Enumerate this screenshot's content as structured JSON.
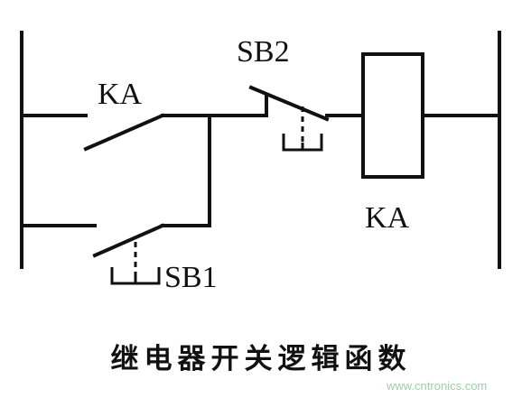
{
  "diagram": {
    "labels": {
      "ka_contact": "KA",
      "sb2": "SB2",
      "sb1": "SB1",
      "ka_coil": "KA"
    },
    "caption": "继电器开关逻辑函数"
  },
  "watermark": "www.cntronics.com"
}
